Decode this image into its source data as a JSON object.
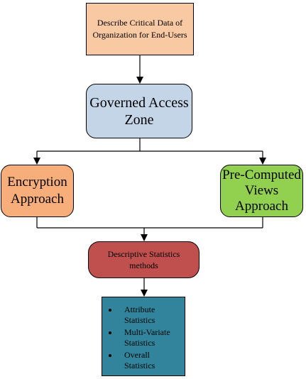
{
  "diagram": {
    "nodes": {
      "describe": {
        "label": "Describe Critical Data of Organization for End-Users",
        "fill": "#f9c9a4"
      },
      "governed": {
        "label": "Governed Access Zone",
        "fill": "#c5d5e8"
      },
      "encryption": {
        "label": "Encryption Approach",
        "fill": "#f7ae7a"
      },
      "precomputed": {
        "label": "Pre-Computed Views Approach",
        "fill": "#92d050"
      },
      "descriptive": {
        "label": "Descriptive Statistics methods",
        "fill": "#c0504d"
      },
      "statistics": {
        "fill": "#31849b",
        "items": [
          "Attribute Statistics",
          "Multi-Variate Statistics",
          "Overall Statistics"
        ]
      }
    },
    "edges": [
      {
        "from": "describe",
        "to": "governed"
      },
      {
        "from": "governed",
        "to": "encryption"
      },
      {
        "from": "governed",
        "to": "precomputed"
      },
      {
        "from": "encryption",
        "to": "descriptive"
      },
      {
        "from": "precomputed",
        "to": "descriptive"
      },
      {
        "from": "descriptive",
        "to": "statistics"
      }
    ]
  }
}
